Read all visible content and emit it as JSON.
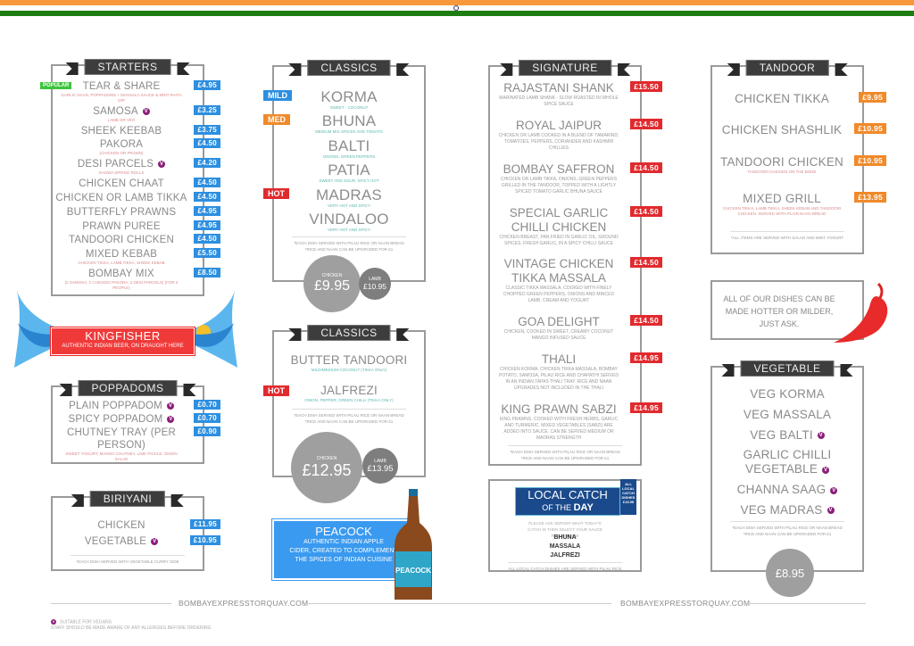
{
  "brand_colors": {
    "saffron": "#f7993a",
    "green": "#1e7d12",
    "price_blue": "#2d8fe0",
    "price_red": "#e12a2e",
    "price_orange": "#f08a2a",
    "vegan": "#8a1f7a"
  },
  "sections": {
    "starters": {
      "title": "STARTERS",
      "items": [
        {
          "name": "TEAR & SHARE",
          "desc": "GARLIC NAAN, POPPADOMS + MASSALA SAUCE & MINT RAITA DIP",
          "price": "£4.95",
          "badge": "POPULAR"
        },
        {
          "name": "SAMOSA",
          "desc": "LAMB OR VEG",
          "price": "£3.25",
          "vegan": true
        },
        {
          "name": "SHEEK KEEBAB",
          "price": "£3.75"
        },
        {
          "name": "PAKORA",
          "desc": "(CHICKEN OR PRAWN)",
          "price": "£4.50"
        },
        {
          "name": "DESI PARCELS",
          "desc": "SAGWA SPRING ROLLS",
          "price": "£4.20",
          "vegan": true
        },
        {
          "name": "CHICKEN CHAAT",
          "price": "£4.50"
        },
        {
          "name": "CHICKEN OR LAMB TIKKA",
          "price": "£4.50"
        },
        {
          "name": "BUTTERFLY PRAWNS",
          "price": "£4.95"
        },
        {
          "name": "PRAWN PUREE",
          "price": "£4.95"
        },
        {
          "name": "TANDOORI CHICKEN",
          "price": "£4.50"
        },
        {
          "name": "MIXED KEBAB",
          "desc": "CHICKEN TIKKA, LAMB TIKKA, SHEEK KEBAB",
          "price": "£5.50"
        },
        {
          "name": "BOMBAY MIX",
          "desc": "(2 SAMOSA, 2 CHICKEN PAKORA, 2 DESI PARCELS) (FOR 2 PEOPLE)",
          "price": "£8.50"
        }
      ]
    },
    "classics": {
      "title": "CLASSICS",
      "items": [
        {
          "name": "KORMA",
          "desc": "SWEET - COCONUT",
          "heat": "MILD"
        },
        {
          "name": "BHUNA",
          "desc": "MEDIUM MIX SPICES AND TOMATO",
          "heat": "MED"
        },
        {
          "name": "BALTI",
          "desc": "ONIONS, GREEN PEPPERS"
        },
        {
          "name": "PATIA",
          "desc": "SWEET AND SOUR, SPICY HOT"
        },
        {
          "name": "MADRAS",
          "desc": "VERY HOT AND SPICY",
          "heat": "HOT"
        },
        {
          "name": "VINDALOO",
          "desc": "VERY HOT AND SPICY"
        }
      ],
      "notes": [
        "*EACH DISH SERVED WITH PILAU RICE OR NAAN BREAD",
        "*RICE AND NAAN CAN BE UPGRADED FOR £1"
      ],
      "prices": {
        "chicken_label": "CHICKEN",
        "chicken": "£9.95",
        "lamb_label": "LAMB",
        "lamb": "£10.95"
      }
    },
    "classics2": {
      "title": "CLASSICS",
      "items": [
        {
          "name": "BUTTER TANDOORI",
          "desc": "MILD/MEDIUM-COCONUT (TIKKA ONLY)"
        },
        {
          "name": "JALFREZI",
          "desc": "ONION, PEPPER, GREEN CHILLI (TIKKA ONLY)",
          "heat": "HOT"
        }
      ],
      "notes": [
        "*EACH DISH SERVED WITH PILAU RICE OR NAAN BREAD",
        "*RICE AND NAAN CAN BE UPGRADED FOR £1"
      ],
      "prices": {
        "chicken_label": "CHICKEN",
        "chicken": "£12.95",
        "lamb_label": "LAMB",
        "lamb": "£13.95"
      }
    },
    "signature": {
      "title": "SIGNATURE",
      "items": [
        {
          "name": "RAJASTANI SHANK",
          "desc": "MARINATED LAMB SHANK - SLOW ROASTED IN WHOLE SPICE SAUCE",
          "price": "£15.50"
        },
        {
          "name": "ROYAL JAIPUR",
          "desc": "CHICKEN OR LAMB COOKED IN A BLEND OF TAMARIND, TOMATOES, PEPPERS, CORIANDER AND KASHMIR CHILLIES",
          "price": "£14.50"
        },
        {
          "name": "BOMBAY SAFFRON",
          "desc": "CHICKEN OR LAMB TIKKA, ONIONS, GREEN PEPPERS GRILLED IN THE TANDOOR, TOPPED WITH A LIGHTLY SPICED TOMATO GARLIC BHUNA SAUCE",
          "price": "£14.50"
        },
        {
          "name": "SPECIAL GARLIC CHILLI CHICKEN",
          "desc": "CHICKEN BREAST, PAN FRIED IN GARLIC OIL, GROUND SPICES, FRESH GARLIC, IN A SPICY CHILLI SAUCE",
          "price": "£14.50"
        },
        {
          "name": "VINTAGE CHICKEN TIKKA MASSALA",
          "desc": "CLASSIC TIKKA MASSALA, COOKED WITH FINELY CHOPPED GREEN PEPPERS, ONIONS AND MINCED LAMB, CREAM AND YOGURT",
          "price": "£14.50"
        },
        {
          "name": "GOA DELIGHT",
          "desc": "CHICKEN, COOKED IN SWEET, CREAMY COCONUT MANGO INFUSED SAUCE",
          "price": "£14.50"
        },
        {
          "name": "THALI",
          "desc": "CHICKEN KORMA, CHICKEN TIKKA MASSALA, BOMBAY POTATO, SAMOSA, PILAU RICE AND CHAPATHI SERVED IN AN INDIAN TAPAS THALI TRAY. RICE AND NAAN UPGRADES NOT INCLUDED IN THE THALI",
          "price": "£14.95"
        },
        {
          "name": "KING PRAWN SABZI",
          "desc": "KING PRAWNS, COOKED WITH FRESH HERBS, GARLIC AND TURMERIC. MIXED VEGETABLES (SABZI) ARE ADDED INTO SAUCE. CAN BE SERVED MEDIUM OR MADRAS STRENGTH",
          "price": "£14.95"
        }
      ],
      "notes": [
        "*EACH DISH SERVED WITH PILAU RICE OR NAAN BREAD",
        "*RICE AND NAAN CAN BE UPGRADED FOR £1"
      ]
    },
    "tandoor": {
      "title": "TANDOOR",
      "items": [
        {
          "name": "CHICKEN TIKKA",
          "price": "£9.95"
        },
        {
          "name": "CHICKEN SHASHLIK",
          "price": "£10.95"
        },
        {
          "name": "TANDOORI CHICKEN",
          "desc": "TANDOORI CHICKEN ON THE BONE",
          "price": "£10.95"
        },
        {
          "name": "MIXED GRILL",
          "desc": "CHICKEN TIKKA, LAMB TIKKA, SHEEK KEBAB AND TANDOORI CHICKEN. SERVED WITH PLAIN NAAN BREAD",
          "price": "£13.95"
        }
      ],
      "notes": [
        "*ALL ITEMS ARE SERVED WITH SALAD AND MINT YOGURT"
      ]
    },
    "vegetable": {
      "title": "VEGETABLE",
      "items": [
        {
          "name": "VEG KORMA"
        },
        {
          "name": "VEG MASSALA"
        },
        {
          "name": "VEG BALTI",
          "vegan": true
        },
        {
          "name": "GARLIC CHILLI VEGETABLE",
          "vegan": true
        },
        {
          "name": "CHANNA SAAG",
          "vegan": true
        },
        {
          "name": "VEG MADRAS",
          "vegan": true
        }
      ],
      "notes": [
        "*EACH DISH SERVED WITH PILAU RICE OR NAAN BREAD",
        "*RICE AND NAAN CAN BE UPGRADED FOR £1"
      ],
      "prices": {
        "all": "£8.95"
      }
    },
    "poppadoms": {
      "title": "POPPADOMS",
      "items": [
        {
          "name": "PLAIN POPPADOM",
          "price": "£0.70",
          "vegan": true
        },
        {
          "name": "SPICY POPPADOM",
          "price": "£0.70",
          "vegan": true
        },
        {
          "name": "CHUTNEY TRAY (PER PERSON)",
          "desc": "SWEET YOGURT, MANGO CHUTNEY, LIME PICKLE, ONION SALAD",
          "price": "£0.90"
        }
      ]
    },
    "biriyani": {
      "title": "BIRIYANI",
      "items": [
        {
          "name": "CHICKEN",
          "price": "£11.95"
        },
        {
          "name": "VEGETABLE",
          "price": "£10.95",
          "vegan": true
        }
      ],
      "notes": [
        "*EACH DISH SERVED WITH VEGETABLE CURRY SIDE"
      ]
    }
  },
  "kingfisher": {
    "title": "KINGFISHER",
    "subtitle": "AUTHENTIC INDIAN BEER, ON DRAUGHT HERE"
  },
  "peacock": {
    "title": "PEACOCK",
    "lines": [
      "AUTHENTIC INDIAN APPLE",
      "CIDER, CREATED TO COMPLEMENT",
      "THE SPICES OF INDIAN CUISINE"
    ],
    "bottle_label": "PEACOCK"
  },
  "local_catch": {
    "title": "LOCAL CATCH",
    "subtitle_pre": "OF THE",
    "subtitle_bold": "DAY",
    "badge": "ALL LOCAL CATCH DISHES",
    "badge_price": "£13.95",
    "intro": "PLEASE ASK SERVER WHAT TODAY'S CATCH IS THEN SELECT YOUR SAUCE FROM BELOW",
    "sauces": [
      "BHUNA",
      "MASSALA",
      "JALFREZI"
    ],
    "note": "ALL LOCAL CATCH DISHES ARE SERVED WITH PILAU RICE"
  },
  "hotter_note": "ALL OF OUR DISHES CAN BE MADE HOTTER OR MILDER, JUST ASK.",
  "footer": {
    "website": "BOMBAYEXPRESSTORQUAY.COM",
    "vegan_legend": "SUITABLE FOR VEGANS",
    "allergy_note": "STAFF SHOULD BE MADE AWARE OF ANY ALLERGIES BEFORE ORDERING",
    "vegan_symbol": "V"
  }
}
